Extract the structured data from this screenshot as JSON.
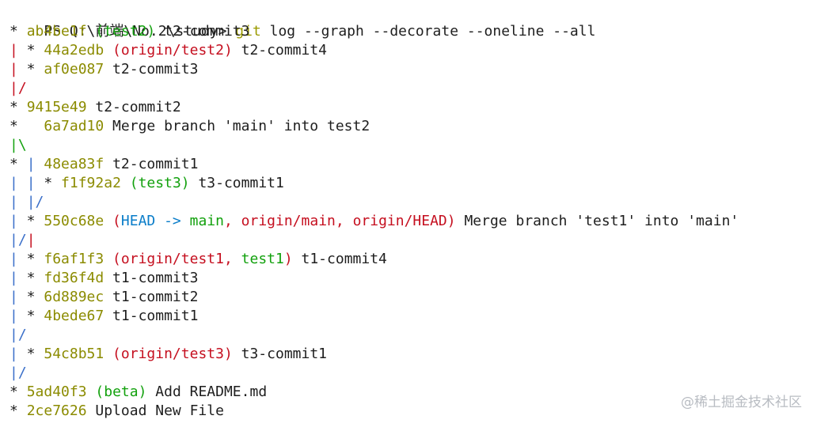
{
  "colors": {
    "default": "#1e1e1e",
    "command": "#9a9a00",
    "hash": "#8b8b00",
    "branch_local": "#13a10e",
    "branch_remote": "#c50f1f",
    "head": "#0a7dc9",
    "graph_red": "#c50f1f",
    "graph_green": "#13a10e",
    "graph_blue": "#3a6fc9",
    "graph_default": "#1e1e1e",
    "watermark": "#b8bcc2"
  },
  "terminal": {
    "prompt": "PS Q:\\前端\\No.2\\study> ",
    "command_git": "git",
    "command_args": " log --graph --decorate --oneline --all",
    "lines": [
      [
        [
          "*",
          "graph_default"
        ],
        [
          " ",
          "default"
        ],
        [
          "ab4be1f",
          "hash"
        ],
        [
          " (",
          "branch_local"
        ],
        [
          "test2",
          "branch_local"
        ],
        [
          ")",
          "branch_local"
        ],
        [
          " t2-commit3",
          "default"
        ]
      ],
      [
        [
          "|",
          "graph_red"
        ],
        [
          " * ",
          "graph_default"
        ],
        [
          "44a2edb",
          "hash"
        ],
        [
          " (",
          "branch_remote"
        ],
        [
          "origin/test2",
          "branch_remote"
        ],
        [
          ")",
          "branch_remote"
        ],
        [
          " t2-commit4",
          "default"
        ]
      ],
      [
        [
          "|",
          "graph_red"
        ],
        [
          " * ",
          "graph_default"
        ],
        [
          "af0e087",
          "hash"
        ],
        [
          " t2-commit3",
          "default"
        ]
      ],
      [
        [
          "|/",
          "graph_red"
        ]
      ],
      [
        [
          "*",
          "graph_default"
        ],
        [
          " ",
          "default"
        ],
        [
          "9415e49",
          "hash"
        ],
        [
          " t2-commit2",
          "default"
        ]
      ],
      [
        [
          "*",
          "graph_default"
        ],
        [
          "   ",
          "default"
        ],
        [
          "6a7ad10",
          "hash"
        ],
        [
          " Merge branch 'main' into test2",
          "default"
        ]
      ],
      [
        [
          "|\\",
          "graph_green"
        ]
      ],
      [
        [
          "*",
          "graph_default"
        ],
        [
          " ",
          "default"
        ],
        [
          "|",
          "graph_blue"
        ],
        [
          " ",
          "default"
        ],
        [
          "48ea83f",
          "hash"
        ],
        [
          " t2-commit1",
          "default"
        ]
      ],
      [
        [
          "|",
          "graph_blue"
        ],
        [
          " ",
          "default"
        ],
        [
          "|",
          "graph_blue"
        ],
        [
          " * ",
          "graph_default"
        ],
        [
          "f1f92a2",
          "hash"
        ],
        [
          " (",
          "branch_local"
        ],
        [
          "test3",
          "branch_local"
        ],
        [
          ")",
          "branch_local"
        ],
        [
          " t3-commit1",
          "default"
        ]
      ],
      [
        [
          "|",
          "graph_blue"
        ],
        [
          " ",
          "default"
        ],
        [
          "|/",
          "graph_blue"
        ]
      ],
      [
        [
          "|",
          "graph_blue"
        ],
        [
          " * ",
          "graph_default"
        ],
        [
          "550c68e",
          "hash"
        ],
        [
          " (",
          "branch_remote"
        ],
        [
          "HEAD -> ",
          "head"
        ],
        [
          "main",
          "branch_local"
        ],
        [
          ", ",
          "branch_remote"
        ],
        [
          "origin/main",
          "branch_remote"
        ],
        [
          ", ",
          "branch_remote"
        ],
        [
          "origin/HEAD",
          "branch_remote"
        ],
        [
          ")",
          "branch_remote"
        ],
        [
          " Merge branch 'test1' into 'main'",
          "default"
        ]
      ],
      [
        [
          "|/",
          "graph_blue"
        ],
        [
          "|",
          "graph_red"
        ]
      ],
      [
        [
          "|",
          "graph_blue"
        ],
        [
          " * ",
          "graph_default"
        ],
        [
          "f6af1f3",
          "hash"
        ],
        [
          " (",
          "branch_remote"
        ],
        [
          "origin/test1",
          "branch_remote"
        ],
        [
          ", ",
          "branch_remote"
        ],
        [
          "test1",
          "branch_local"
        ],
        [
          ")",
          "branch_remote"
        ],
        [
          " t1-commit4",
          "default"
        ]
      ],
      [
        [
          "|",
          "graph_blue"
        ],
        [
          " * ",
          "graph_default"
        ],
        [
          "fd36f4d",
          "hash"
        ],
        [
          " t1-commit3",
          "default"
        ]
      ],
      [
        [
          "|",
          "graph_blue"
        ],
        [
          " * ",
          "graph_default"
        ],
        [
          "6d889ec",
          "hash"
        ],
        [
          " t1-commit2",
          "default"
        ]
      ],
      [
        [
          "|",
          "graph_blue"
        ],
        [
          " * ",
          "graph_default"
        ],
        [
          "4bede67",
          "hash"
        ],
        [
          " t1-commit1",
          "default"
        ]
      ],
      [
        [
          "|/",
          "graph_blue"
        ]
      ],
      [
        [
          "|",
          "graph_blue"
        ],
        [
          " * ",
          "graph_default"
        ],
        [
          "54c8b51",
          "hash"
        ],
        [
          " (",
          "branch_remote"
        ],
        [
          "origin/test3",
          "branch_remote"
        ],
        [
          ")",
          "branch_remote"
        ],
        [
          " t3-commit1",
          "default"
        ]
      ],
      [
        [
          "|/",
          "graph_blue"
        ]
      ],
      [
        [
          "*",
          "graph_default"
        ],
        [
          " ",
          "default"
        ],
        [
          "5ad40f3",
          "hash"
        ],
        [
          " (",
          "branch_local"
        ],
        [
          "beta",
          "branch_local"
        ],
        [
          ")",
          "branch_local"
        ],
        [
          " Add README.md",
          "default"
        ]
      ],
      [
        [
          "*",
          "graph_default"
        ],
        [
          " ",
          "default"
        ],
        [
          "2ce7626",
          "hash"
        ],
        [
          " Upload New File",
          "default"
        ]
      ]
    ]
  },
  "watermark": {
    "text": "@稀土掘金技术社区"
  }
}
